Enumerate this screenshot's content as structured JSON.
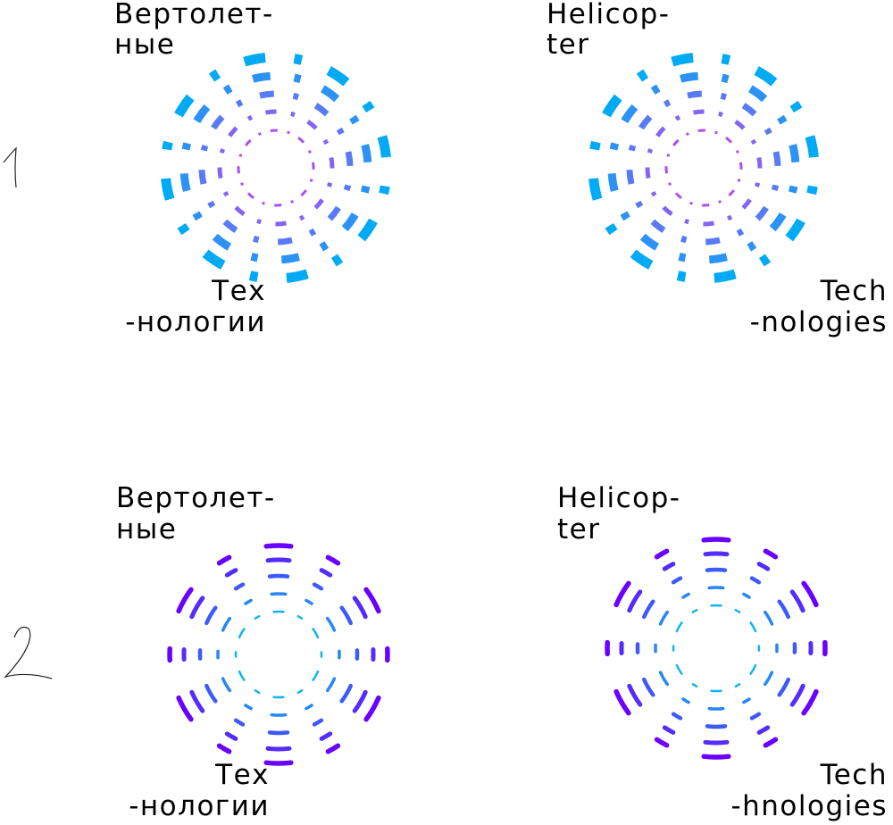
{
  "variants": [
    {
      "number": "1",
      "logos": [
        {
          "top": [
            "Вертолет-",
            "ные"
          ],
          "bottom": [
            "Тех",
            "-нологии"
          ]
        },
        {
          "top": [
            "Helicop-",
            "ter"
          ],
          "bottom": [
            "Tech",
            "-nologies"
          ]
        }
      ],
      "colors": {
        "inner": "#b04cf5",
        "outer": "#00aaf5"
      }
    },
    {
      "number": "2",
      "logos": [
        {
          "top": [
            "Вертолет-",
            "ные"
          ],
          "bottom": [
            "Тех",
            "-нологии"
          ]
        },
        {
          "top": [
            "Helicop-",
            "ter"
          ],
          "bottom": [
            "Tech",
            "-hnologies"
          ]
        }
      ],
      "colors": {
        "inner": "#10b4f0",
        "outer": "#6a00ff"
      }
    }
  ]
}
